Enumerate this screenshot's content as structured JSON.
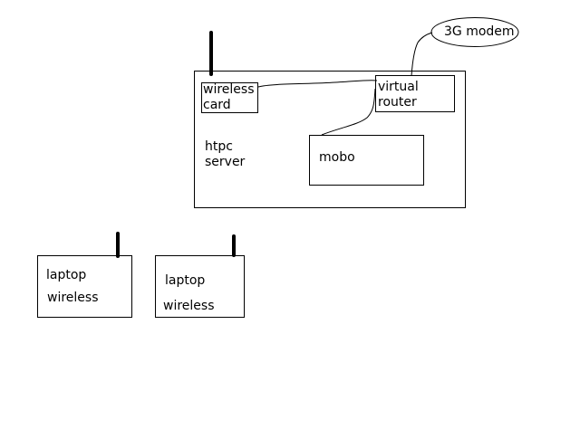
{
  "diagram": {
    "htpc_box": {
      "title_line1": "htpc",
      "title_line2": "server"
    },
    "wireless_card": {
      "line1": "wireless",
      "line2": "card"
    },
    "virtual_router": {
      "line1": "virtual",
      "line2": "router"
    },
    "mobo": {
      "label": "mobo"
    },
    "modem": {
      "label": "3G modem"
    },
    "laptops": [
      {
        "line1": "laptop",
        "line2": "wireless"
      },
      {
        "line1": "laptop",
        "line2": "wireless"
      }
    ]
  },
  "colors": {
    "stroke": "#000000",
    "background": "#ffffff"
  }
}
